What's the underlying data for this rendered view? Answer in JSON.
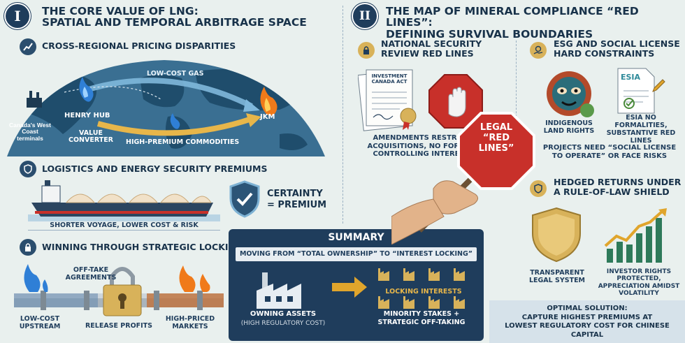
{
  "left": {
    "badge": "I",
    "title_line1": "THE CORE VALUE OF LNG:",
    "title_line2": "SPATIAL AND TEMPORAL ARBITRAGE SPACE",
    "pricing": {
      "heading": "CROSS-REGIONAL PRICING DISPARITIES",
      "low_cost_gas": "LOW-COST GAS",
      "henry_hub": "HENRY HUB",
      "canada": "Canada's West Coast terminals",
      "value_converter": "VALUE CONVERTER",
      "high_premium": "HIGH-PREMIUM COMMODITIES",
      "jkm": "JKM"
    },
    "logistics": {
      "heading": "LOGISTICS AND ENERGY SECURITY PREMIUMS",
      "voyage": "SHORTER VOYAGE, LOWER COST & RISK",
      "certainty": "CERTAINTY",
      "premium": "= PREMIUM"
    },
    "locking": {
      "heading": "WINNING THROUGH STRATEGIC LOCKING",
      "offtake": "OFF-TAKE AGREEMENTS",
      "low_cost": "LOW-COST UPSTREAM",
      "release": "RELEASE PROFITS",
      "high_priced": "HIGH-PRICED MARKETS"
    }
  },
  "summary": {
    "heading": "SUMMARY",
    "subtitle": "MOVING FROM “TOTAL OWNERSHIP” TO “INTEREST LOCKING”",
    "owning": "OWNING ASSETS",
    "owning_note": "(HIGH REGULATORY COST)",
    "locking_interests": "LOCKING INTERESTS",
    "minority": "MINORITY STAKES + STRATEGIC OFF-TAKING"
  },
  "right": {
    "badge": "II",
    "title_line1": "THE MAP OF MINERAL COMPLIANCE “RED LINES”:",
    "title_line2": "DEFINING SURVIVAL BOUNDARIES",
    "national": {
      "heading_line1": "NATIONAL SECURITY",
      "heading_line2": "REVIEW RED LINES",
      "doc_label": "INVESTMENT CANADA ACT",
      "caption": "AMENDMENTS RESTRICT ACQUISITIONS, NO FORCED CONTROLLING INTEREST"
    },
    "sign": {
      "line1": "LEGAL",
      "line2": "“RED",
      "line3": "LINES”"
    },
    "esg": {
      "heading_line1": "ESG AND SOCIAL LICENSE",
      "heading_line2": "HARD CONSTRAINTS",
      "indigenous": "INDIGENOUS LAND RIGHTS",
      "esia_doc": "ESIA",
      "esia_caption": "ESIA NO FORMALITIES, SUBSTANTIVE RED LINES",
      "social": "PROJECTS NEED “SOCIAL LICENSE TO OPERATE” OR FACE RISKS"
    },
    "hedged": {
      "heading_line1": "HEDGED RETURNS UNDER",
      "heading_line2": "A RULE-OF-LAW SHIELD",
      "transparent": "TRANSPARENT LEGAL SYSTEM",
      "investor": "INVESTOR RIGHTS PROTECTED, APPRECIATION AMIDST VOLATILITY"
    },
    "optimal": {
      "line1": "OPTIMAL SOLUTION:",
      "line2": "CAPTURE HIGHEST PREMIUMS AT",
      "line3": "LOWEST REGULATORY COST FOR CHINESE CAPITAL"
    }
  },
  "colors": {
    "navy": "#1f3d5c",
    "gold": "#d8b25a",
    "red": "#c8302a",
    "flame_blue": "#2f7fd6",
    "flame_orange": "#f07a1a",
    "background": "#e9f0ee"
  }
}
